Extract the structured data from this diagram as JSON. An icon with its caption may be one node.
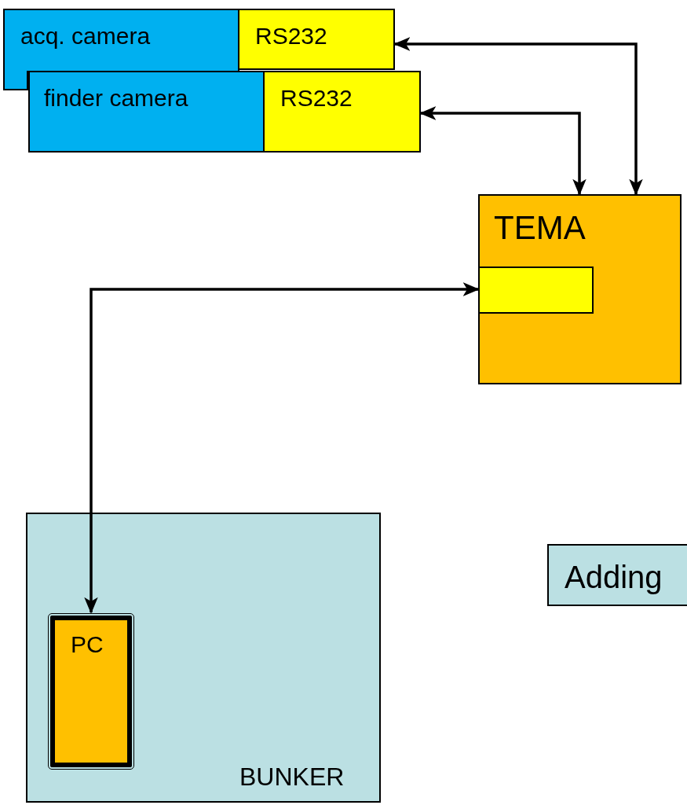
{
  "diagram": {
    "nodes": [
      {
        "text": [
          "acq. camera"
        ]
      },
      {
        "text": [
          "RS232"
        ]
      },
      {
        "text": [
          "finder camera"
        ]
      },
      {
        "text": [
          "RS232"
        ]
      },
      {
        "text": [
          "TEMA"
        ]
      },
      {
        "text": [],
        "shape": "box",
        "in": 4
      },
      {
        "text": [
          "BUNKER"
        ]
      },
      {
        "text": [
          "PC"
        ],
        "in": 6
      },
      {
        "text": [
          "Adding"
        ]
      }
    ],
    "edges": [
      {
        "from": 1,
        "to": 4,
        "arrow": "both"
      },
      {
        "from": 3,
        "to": 4,
        "arrow": "both"
      },
      {
        "from": 7,
        "to": 5,
        "arrow": "both"
      }
    ]
  }
}
